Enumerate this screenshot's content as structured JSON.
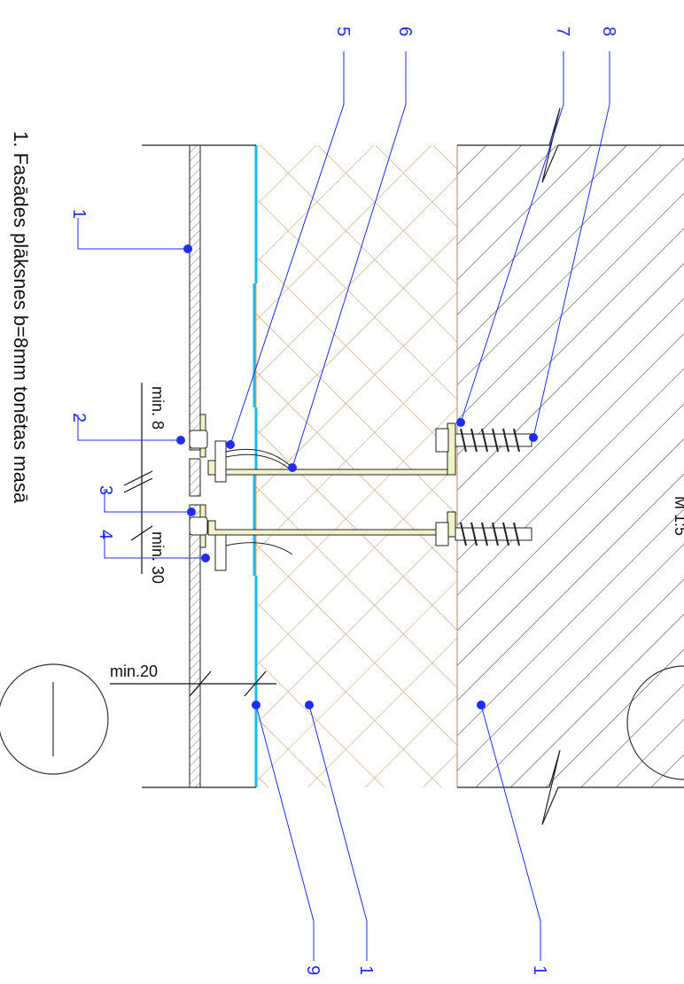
{
  "legend": {
    "line1": "1. Fasādes plāksnes b=8mm tonētas masā"
  },
  "callouts": [
    "1",
    "2",
    "3",
    "4",
    "5",
    "6",
    "7",
    "8",
    "9",
    "1",
    "1"
  ],
  "dimensions": {
    "min8": "min. 8",
    "min30": "min. 30",
    "min20": "min.20"
  },
  "scale_fragment": "M 1:5",
  "colors": {
    "callout": "#1f2bff",
    "insulation": "#c98a4a",
    "membrane": "#22b8e8",
    "hatch": "#333333",
    "line": "#222222"
  }
}
